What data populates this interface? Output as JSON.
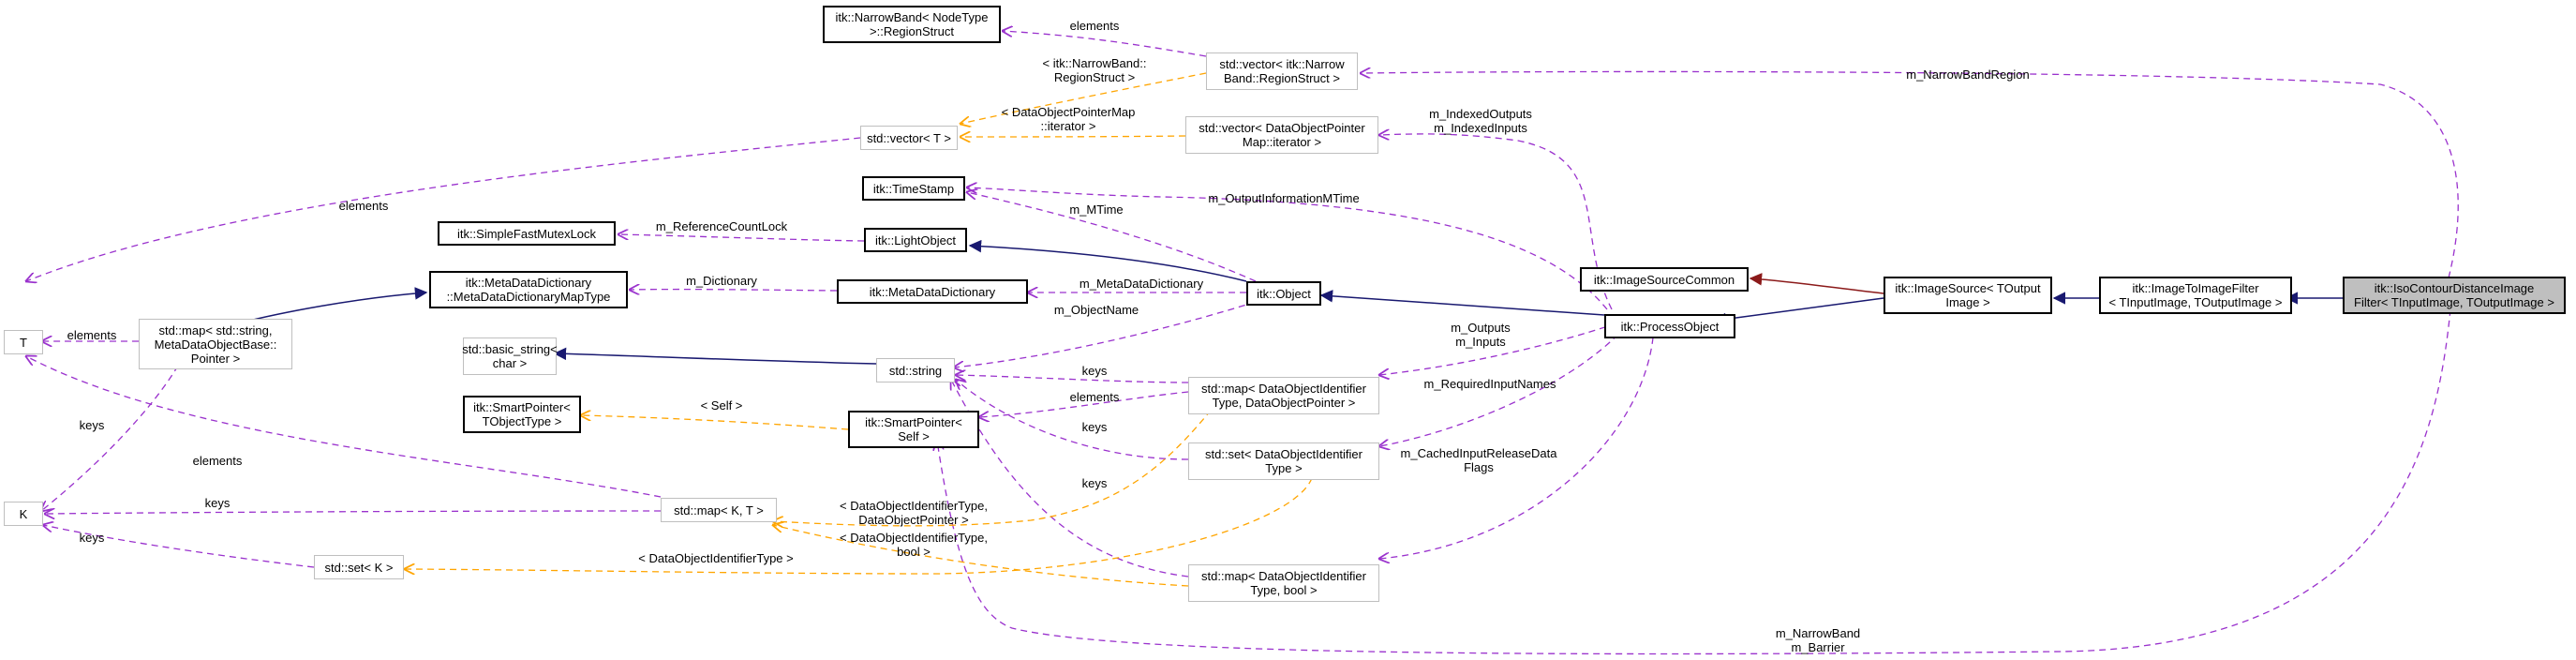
{
  "colors": {
    "inheritance": "#191970",
    "usage": "#9a32cd",
    "template": "#ffa500",
    "protected": "#8b1a1a"
  },
  "nodes": {
    "narrowband_regionstruct": "itk::NarrowBand< NodeType\n>::RegionStruct",
    "vector_narrowband": "std::vector< itk::Narrow\nBand::RegionStruct >",
    "vector_t": "std::vector< T >",
    "vector_dop_iter": "std::vector< DataObjectPointer\nMap::iterator >",
    "timestamp": "itk::TimeStamp",
    "simplefastmutexlock": "itk::SimpleFastMutexLock",
    "lightobject": "itk::LightObject",
    "metadatadictionary_maptype": "itk::MetaDataDictionary\n::MetaDataDictionaryMapType",
    "metadatadictionary": "itk::MetaDataDictionary",
    "object": "itk::Object",
    "imagesourcecommon": "itk::ImageSourceCommon",
    "imagesource": "itk::ImageSource< TOutput\nImage >",
    "imagetoimagefilter": "itk::ImageToImageFilter\n< TInputImage, TOutputImage >",
    "isocontour": "itk::IsoContourDistanceImage\nFilter< TInputImage, TOutputImage >",
    "processobject": "itk::ProcessObject",
    "t": "T",
    "map_string_mdob": "std::map< std::string,\nMetaDataObjectBase::\nPointer >",
    "basic_string": "std::basic_string<\nchar >",
    "string": "std::string",
    "map_doi_dop": "std::map< DataObjectIdentifier\nType, DataObjectPointer >",
    "smartpointer_tobject": "itk::SmartPointer<\nTObjectType >",
    "smartpointer_self": "itk::SmartPointer<\nSelf >",
    "set_doi": "std::set< DataObjectIdentifier\nType >",
    "k": "K",
    "map_k_t": "std::map< K, T >",
    "set_k": "std::set< K >",
    "map_doi_bool": "std::map< DataObjectIdentifier\nType, bool >"
  },
  "edge_labels": {
    "elements_top": "elements",
    "tpl_regionstruct": "< itk::NarrowBand::\nRegionStruct >",
    "m_narrowbandregion": "m_NarrowBandRegion",
    "tpl_dopmap_iter": "< DataObjectPointerMap\n::iterator >",
    "m_indexed": "m_IndexedOutputs\nm_IndexedInputs",
    "elements_left": "elements",
    "m_outputinfomtime": "m_OutputInformationMTime",
    "m_mtime": "m_MTime",
    "m_referencecountlock": "m_ReferenceCountLock",
    "m_dictionary": "m_Dictionary",
    "m_metadatadictionary": "m_MetaDataDictionary",
    "m_objectname": "m_ObjectName",
    "elements_t": "elements",
    "m_outputs_inputs": "m_Outputs\nm_Inputs",
    "keys_string": "keys",
    "elements_sp": "elements",
    "m_requiredinputnames": "m_RequiredInputNames",
    "tpl_self": "< Self >",
    "keys_mid": "keys",
    "keys_k_left": "keys",
    "m_cachedinput": "m_CachedInputReleaseData\nFlags",
    "elements_mapkt": "elements",
    "keys_mapkt": "keys",
    "keys_low": "keys",
    "tpl_doi_dop": "< DataObjectIdentifierType,\nDataObjectPointer >",
    "tpl_doi_bool": "< DataObjectIdentifierType,\nbool >",
    "keys_setk": "keys",
    "tpl_doi": "< DataObjectIdentifierType >",
    "m_narrowband_barrier": "m_NarrowBand\nm_Barrier"
  }
}
